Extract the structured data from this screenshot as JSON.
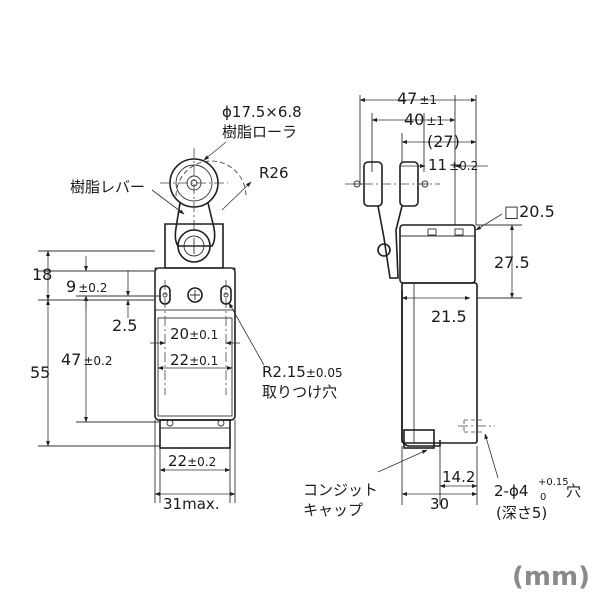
{
  "unit": "(mm)",
  "front_view": {
    "roller_size": "ϕ17.5×6.8",
    "roller_material": "樹脂ローラ",
    "lever_label": "樹脂レバー",
    "radius_label": "R26",
    "dim_18": "18",
    "dim_9": {
      "main": "9",
      "tol": "±0.2"
    },
    "dim_2_5": "2.5",
    "dim_55": "55",
    "dim_47": {
      "main": "47",
      "tol": "±0.2"
    },
    "dim_20": {
      "main": "20",
      "tol": "±0.1"
    },
    "dim_22_inner": {
      "main": "22",
      "tol": "±0.1"
    },
    "hole_radius": {
      "main": "R2.15",
      "tol": "±0.05"
    },
    "hole_label": "取りつけ穴",
    "dim_22_bottom": {
      "main": "22",
      "tol": "±0.2"
    },
    "dim_31": "31max."
  },
  "side_view": {
    "dim_47": {
      "main": "47",
      "tol": "±1"
    },
    "dim_40": {
      "main": "40",
      "tol": "±1"
    },
    "dim_27": "(27)",
    "dim_11": {
      "main": "11",
      "tol": "±0.2"
    },
    "square": "□20.5",
    "dim_27_5": "27.5",
    "dim_21_5": "21.5",
    "dim_14_2": "14.2",
    "dim_30": "30",
    "conduit_line1": "コンジット",
    "conduit_line2": "キャップ",
    "hole_prefix": "2-ϕ4",
    "hole_tol_upper": "+0.15",
    "hole_tol_lower": "0",
    "hole_suffix": "穴",
    "depth": "(深さ5)"
  }
}
